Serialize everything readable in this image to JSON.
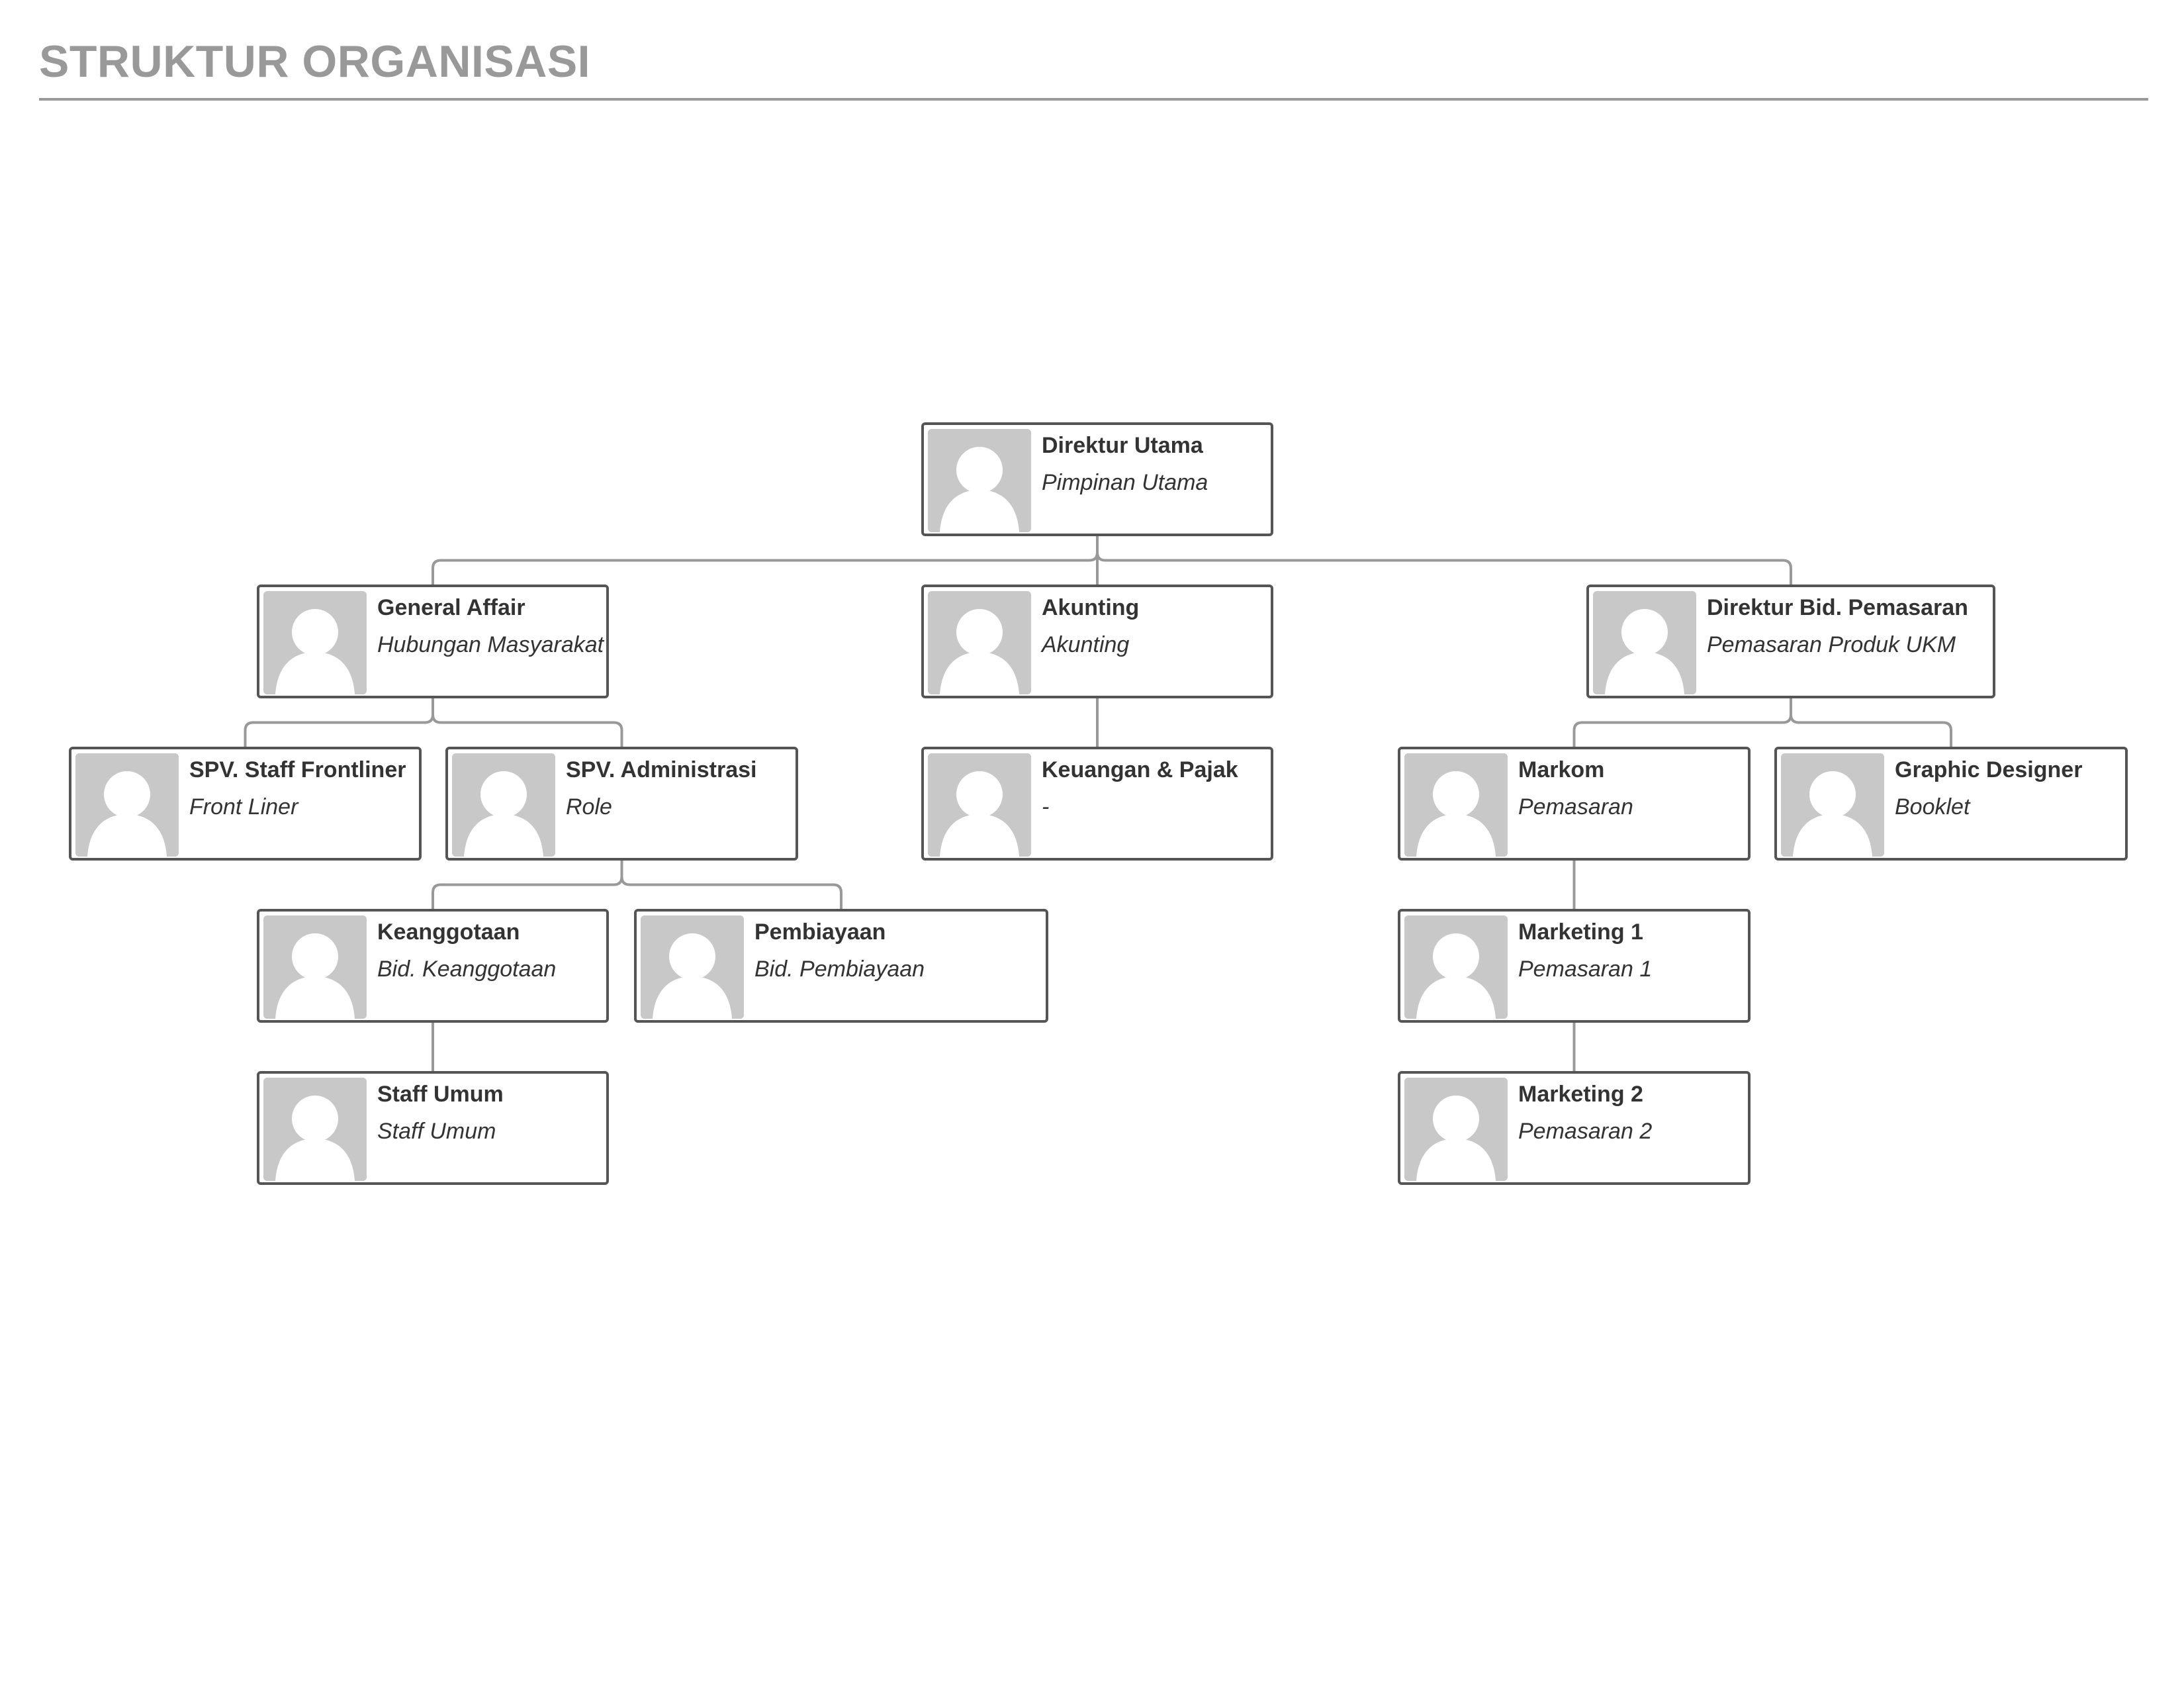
{
  "title": "STRUKTUR ORGANISASI",
  "nodes": [
    {
      "id": "direktur-utama",
      "name": "Direktur Utama",
      "role": "Pimpinan Utama",
      "parent": null
    },
    {
      "id": "general-affair",
      "name": "General Affair",
      "role": "Hubungan Masyarakat",
      "parent": "direktur-utama"
    },
    {
      "id": "akunting",
      "name": "Akunting",
      "role": "Akunting",
      "parent": "direktur-utama"
    },
    {
      "id": "direktur-bid-pemasaran",
      "name": "Direktur Bid. Pemasaran",
      "role": "Pemasaran Produk UKM",
      "parent": "direktur-utama"
    },
    {
      "id": "spv-staff-frontliner",
      "name": "SPV. Staff Frontliner",
      "role": "Front Liner",
      "parent": "general-affair"
    },
    {
      "id": "spv-administrasi",
      "name": "SPV. Administrasi",
      "role": "Role",
      "parent": "general-affair"
    },
    {
      "id": "keuangan-pajak",
      "name": "Keuangan & Pajak",
      "role": "-",
      "parent": "akunting"
    },
    {
      "id": "markom",
      "name": "Markom",
      "role": "Pemasaran",
      "parent": "direktur-bid-pemasaran"
    },
    {
      "id": "graphic-designer",
      "name": "Graphic Designer",
      "role": "Booklet",
      "parent": "direktur-bid-pemasaran"
    },
    {
      "id": "keanggotaan",
      "name": "Keanggotaan",
      "role": "Bid. Keanggotaan",
      "parent": "spv-administrasi"
    },
    {
      "id": "pembiayaan",
      "name": "Pembiayaan",
      "role": "Bid. Pembiayaan",
      "parent": "spv-administrasi"
    },
    {
      "id": "marketing-1",
      "name": "Marketing 1",
      "role": "Pemasaran 1",
      "parent": "markom"
    },
    {
      "id": "staff-umum",
      "name": "Staff Umum",
      "role": "Staff Umum",
      "parent": "keanggotaan"
    },
    {
      "id": "marketing-2",
      "name": "Marketing 2",
      "role": "Pemasaran 2",
      "parent": "marketing-1"
    }
  ]
}
